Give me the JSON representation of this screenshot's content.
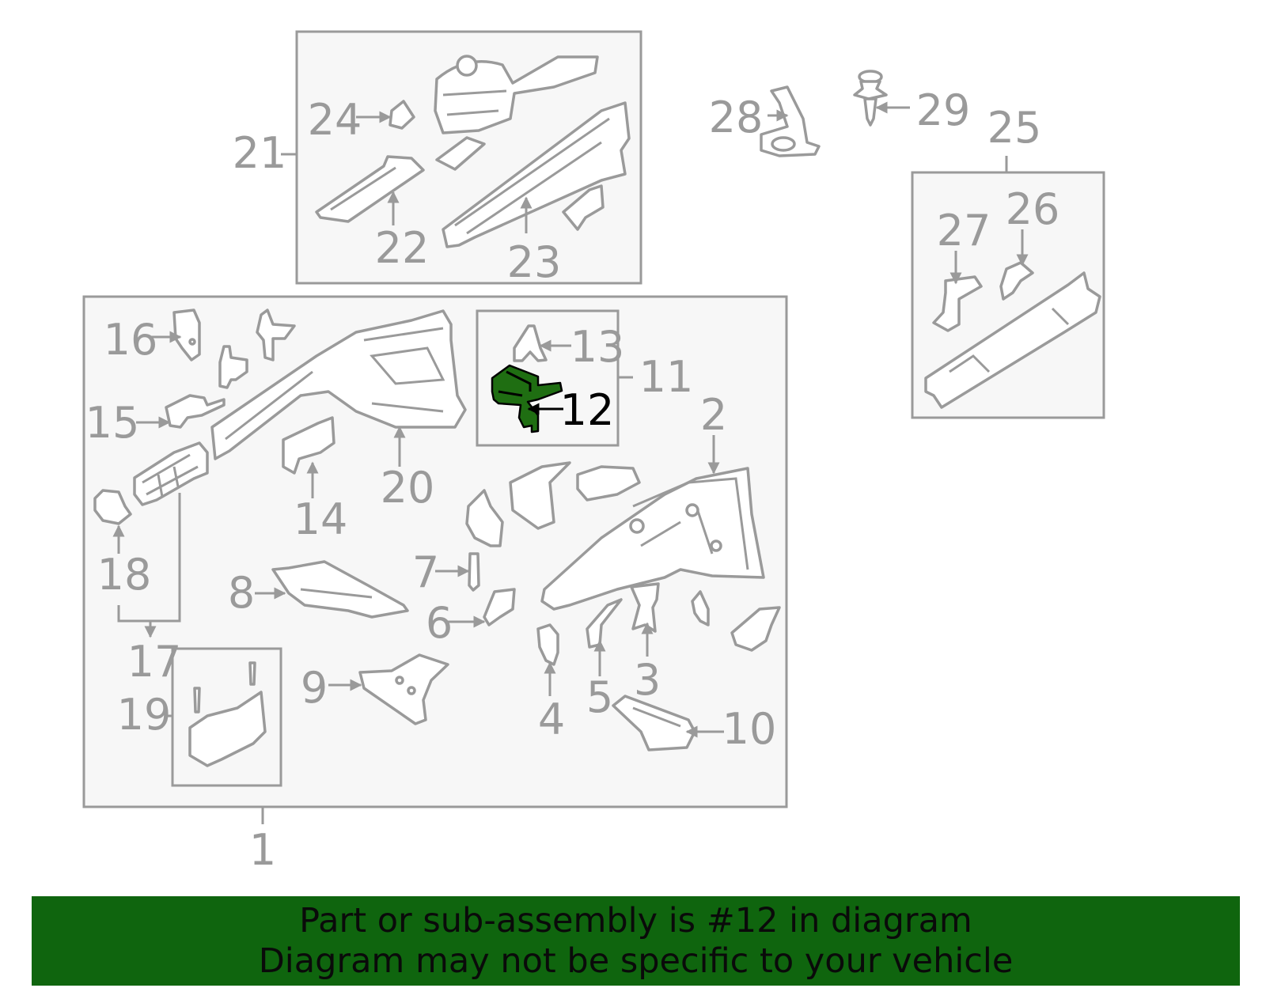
{
  "diagram": {
    "callouts": [
      "1",
      "2",
      "3",
      "4",
      "5",
      "6",
      "7",
      "8",
      "9",
      "10",
      "11",
      "12",
      "13",
      "14",
      "15",
      "16",
      "17",
      "18",
      "19",
      "20",
      "21",
      "22",
      "23",
      "24",
      "25",
      "26",
      "27",
      "28",
      "29"
    ],
    "highlighted_part": "12",
    "colors": {
      "highlight": "#1f6e12",
      "caption_bg": "#0f650e",
      "line": "#9a9a9a"
    }
  },
  "caption": {
    "line1": "Part or sub-assembly is #12 in diagram",
    "line2": "Diagram may not be specific to your vehicle"
  }
}
